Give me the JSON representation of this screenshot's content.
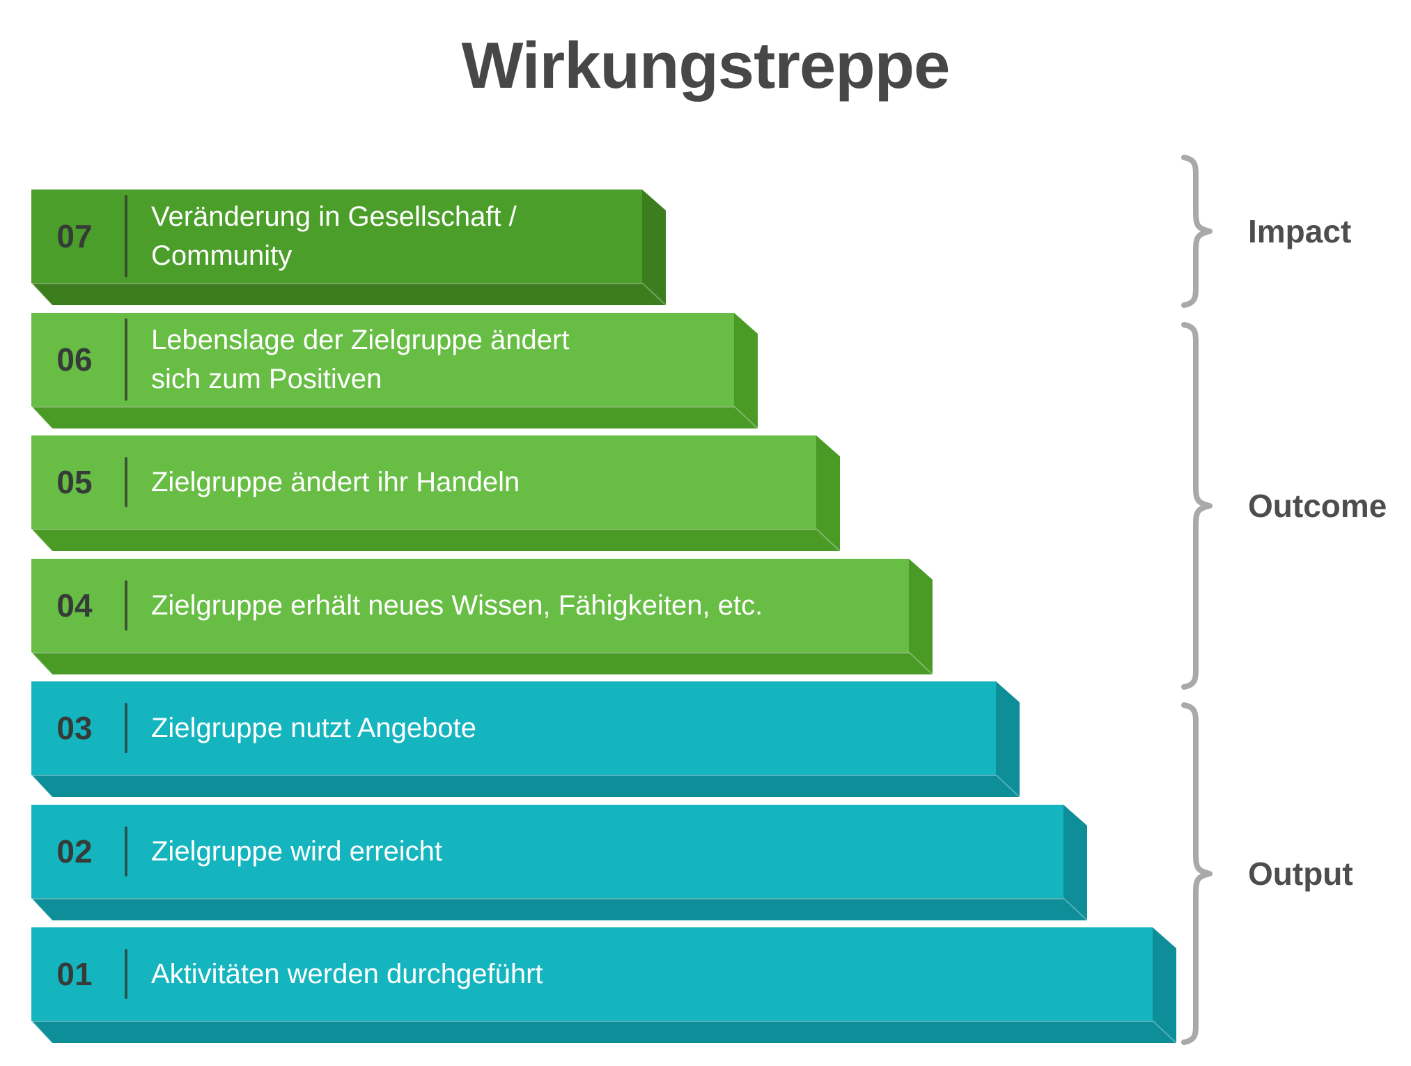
{
  "title": "Wirkungstreppe",
  "steps": [
    {
      "number": "07",
      "text": "Veränderung in Gesellschaft / Community",
      "group": "impact"
    },
    {
      "number": "06",
      "text": "Lebenslage der Zielgruppe ändert sich zum Positiven",
      "group": "outcome"
    },
    {
      "number": "05",
      "text": "Zielgruppe ändert ihr Handeln",
      "group": "outcome"
    },
    {
      "number": "04",
      "text": "Zielgruppe erhält neues Wissen, Fähigkeiten, etc.",
      "group": "outcome"
    },
    {
      "number": "03",
      "text": "Zielgruppe nutzt Angebote",
      "group": "output"
    },
    {
      "number": "02",
      "text": "Zielgruppe wird erreicht",
      "group": "output"
    },
    {
      "number": "01",
      "text": "Aktivitäten werden durchgeführt",
      "group": "output"
    }
  ],
  "groups": [
    {
      "id": "impact",
      "label": "Impact"
    },
    {
      "id": "outcome",
      "label": "Outcome"
    },
    {
      "id": "output",
      "label": "Output"
    }
  ],
  "colors": {
    "impact": {
      "face": "#4b9e29",
      "side": "#3c7d1d"
    },
    "outcome": {
      "face": "#68bd45",
      "side": "#4a9b26"
    },
    "output": {
      "face": "#15b5bf",
      "side": "#0d8e99"
    },
    "brace": "#a9a9a9",
    "label_text": "#4d4d4d",
    "title_text": "#474747",
    "number_text": "#353c38",
    "step_text": "#ffffff"
  }
}
